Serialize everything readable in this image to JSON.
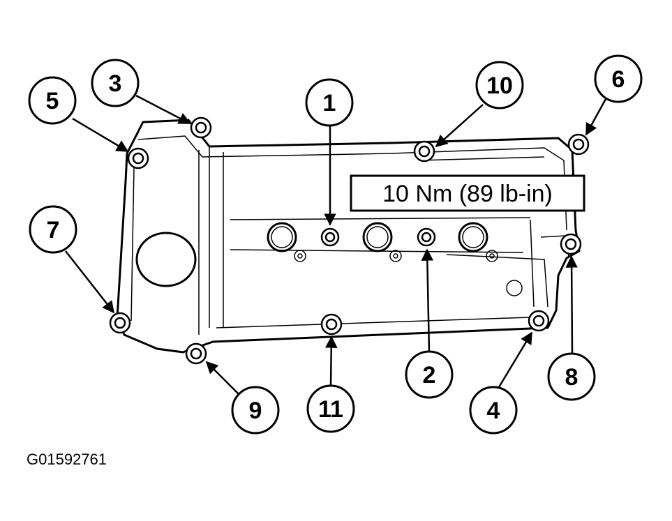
{
  "diagram": {
    "spec_label": "10 Nm (89 lb-in)",
    "figure_id": "G01592761",
    "callouts": [
      "1",
      "2",
      "3",
      "4",
      "5",
      "6",
      "7",
      "8",
      "9",
      "10",
      "11"
    ]
  },
  "colors": {
    "ink": "#000000",
    "paper": "#ffffff"
  }
}
